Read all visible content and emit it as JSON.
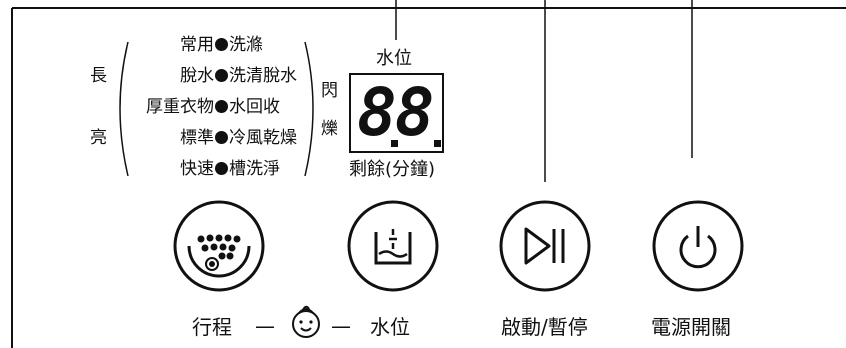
{
  "left_side": {
    "top": "長",
    "bottom": "亮"
  },
  "right_side": {
    "top": "閃",
    "bottom": "爍"
  },
  "programs": [
    {
      "left": "常用",
      "right": "洗滌"
    },
    {
      "left": "脫水",
      "right": "洗清脫水"
    },
    {
      "left": "厚重衣物",
      "right": "水回收"
    },
    {
      "left": "標準",
      "right": "冷風乾燥"
    },
    {
      "left": "快速",
      "right": "槽洗淨"
    }
  ],
  "display": {
    "top_label": "水位",
    "digits": "88",
    "bottom_label": "剩餘(分鐘)"
  },
  "buttons": {
    "course_label": "行程",
    "dash": "—",
    "water_label": "水位",
    "start_pause_label": "啟動/暫停",
    "power_label": "電源開關"
  }
}
